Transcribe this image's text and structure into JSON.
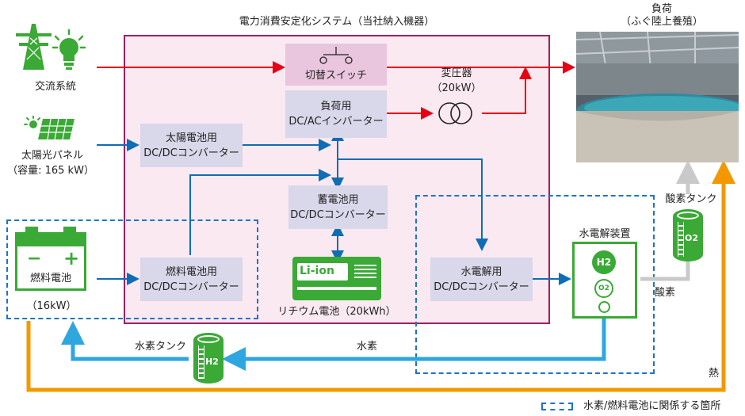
{
  "system_title": "電力消費安定化システム（当社納入機器）",
  "sources": {
    "ac_grid": "交流系統",
    "solar_panel": "太陽光パネル",
    "solar_capacity": "（容量: 165 kW）"
  },
  "converters": {
    "switch": "切替スイッチ",
    "load_inverter": [
      "負荷用",
      "DC/ACインバーター"
    ],
    "solar_dcdc": [
      "太陽電池用",
      "DC/DCコンバーター"
    ],
    "battery_dcdc": [
      "蓄電池用",
      "DC/DCコンバーター"
    ],
    "fuelcell_dcdc": [
      "燃料電池用",
      "DC/DCコンバーター"
    ],
    "electrolysis_dcdc": [
      "水電解用",
      "DC/DCコンバーター"
    ]
  },
  "transformer": {
    "label": "変圧器",
    "rating": "（20kW）"
  },
  "battery": {
    "badge": "Li-ion",
    "label": "リチウム電池（20kWh）"
  },
  "load": {
    "title": "負荷",
    "subtitle": "（ふぐ陸上養殖）"
  },
  "fuel_cell": {
    "label": "燃料電池",
    "capacity": "（16kW）",
    "minus": "−",
    "plus": "+"
  },
  "electrolyzer": {
    "label": "水電解装置",
    "h2": "H2",
    "o2": "O2"
  },
  "tanks": {
    "oxygen_tank": "酸素タンク",
    "o2": "O2",
    "hydrogen_tank": "水素タンク",
    "h2": "H2"
  },
  "flows": {
    "oxygen": "酸素",
    "hydrogen": "水素",
    "heat": "熱"
  },
  "legend": "水素/燃料電池に関係する箇所",
  "colors": {
    "ac": "#e60012",
    "dc": "#0f6db5",
    "hydrogen": "#2ea6e0",
    "heat": "#f39800",
    "oxygen": "#c9c9c9",
    "green": "#3aa935",
    "system_border": "#9e1f63",
    "system_fill": "#fbe9f1",
    "box_fill": "#d9d7ea"
  }
}
